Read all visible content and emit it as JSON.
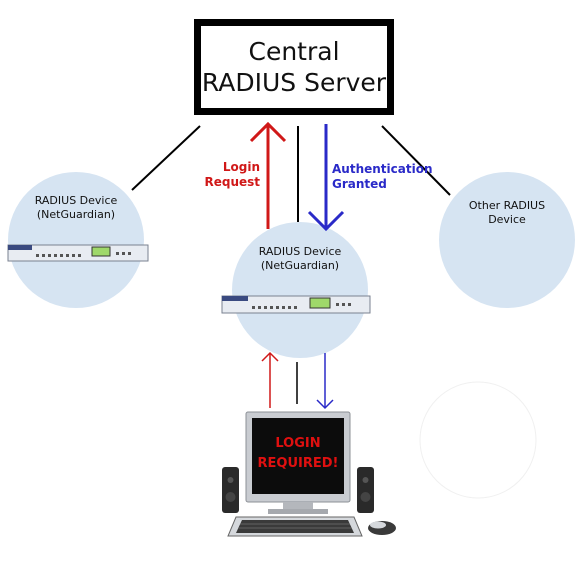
{
  "server": {
    "line1": "Central",
    "line2": "RADIUS Server"
  },
  "left_device": {
    "line1": "RADIUS Device",
    "line2": "(NetGuardian)"
  },
  "center_device": {
    "line1": "RADIUS Device",
    "line2": "(NetGuardian)"
  },
  "other_device": {
    "line1": "Other RADIUS",
    "line2": "Device"
  },
  "login_request": {
    "line1": "Login",
    "line2": "Request"
  },
  "auth_granted": {
    "line1": "Authentication",
    "line2": "Granted"
  },
  "screen": {
    "line1": "LOGIN",
    "line2": "REQUIRED!"
  },
  "colors": {
    "request": "#d01818",
    "granted": "#2a2ac8",
    "bubble": "#d6e4f2",
    "lcd": "#9fd86a"
  }
}
